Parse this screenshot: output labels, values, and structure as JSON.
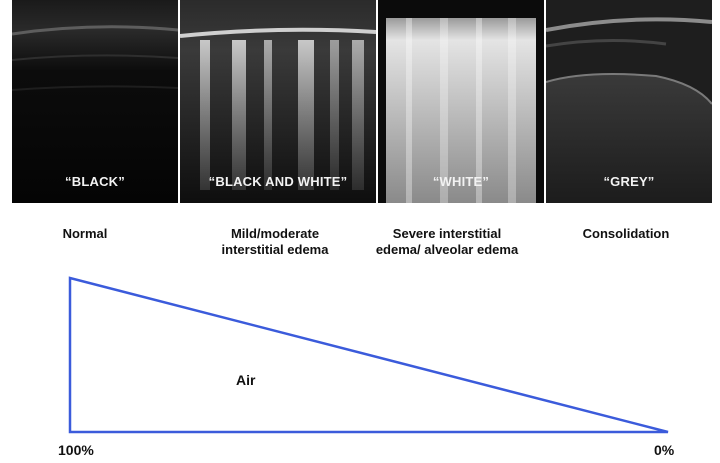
{
  "panels": [
    {
      "tag": "“BLACK”"
    },
    {
      "tag": "“BLACK AND WHITE”"
    },
    {
      "tag": "“WHITE”"
    },
    {
      "tag": "“GREY”"
    }
  ],
  "captions": [
    {
      "text": "Normal"
    },
    {
      "text": "Mild/moderate interstitial edema"
    },
    {
      "text": "Severe interstitial edema/ alveolar edema"
    },
    {
      "text": "Consolidation"
    }
  ],
  "gradient": {
    "label": "Air",
    "left_value": "100%",
    "right_value": "0%",
    "line_color": "#3b5bdb"
  }
}
